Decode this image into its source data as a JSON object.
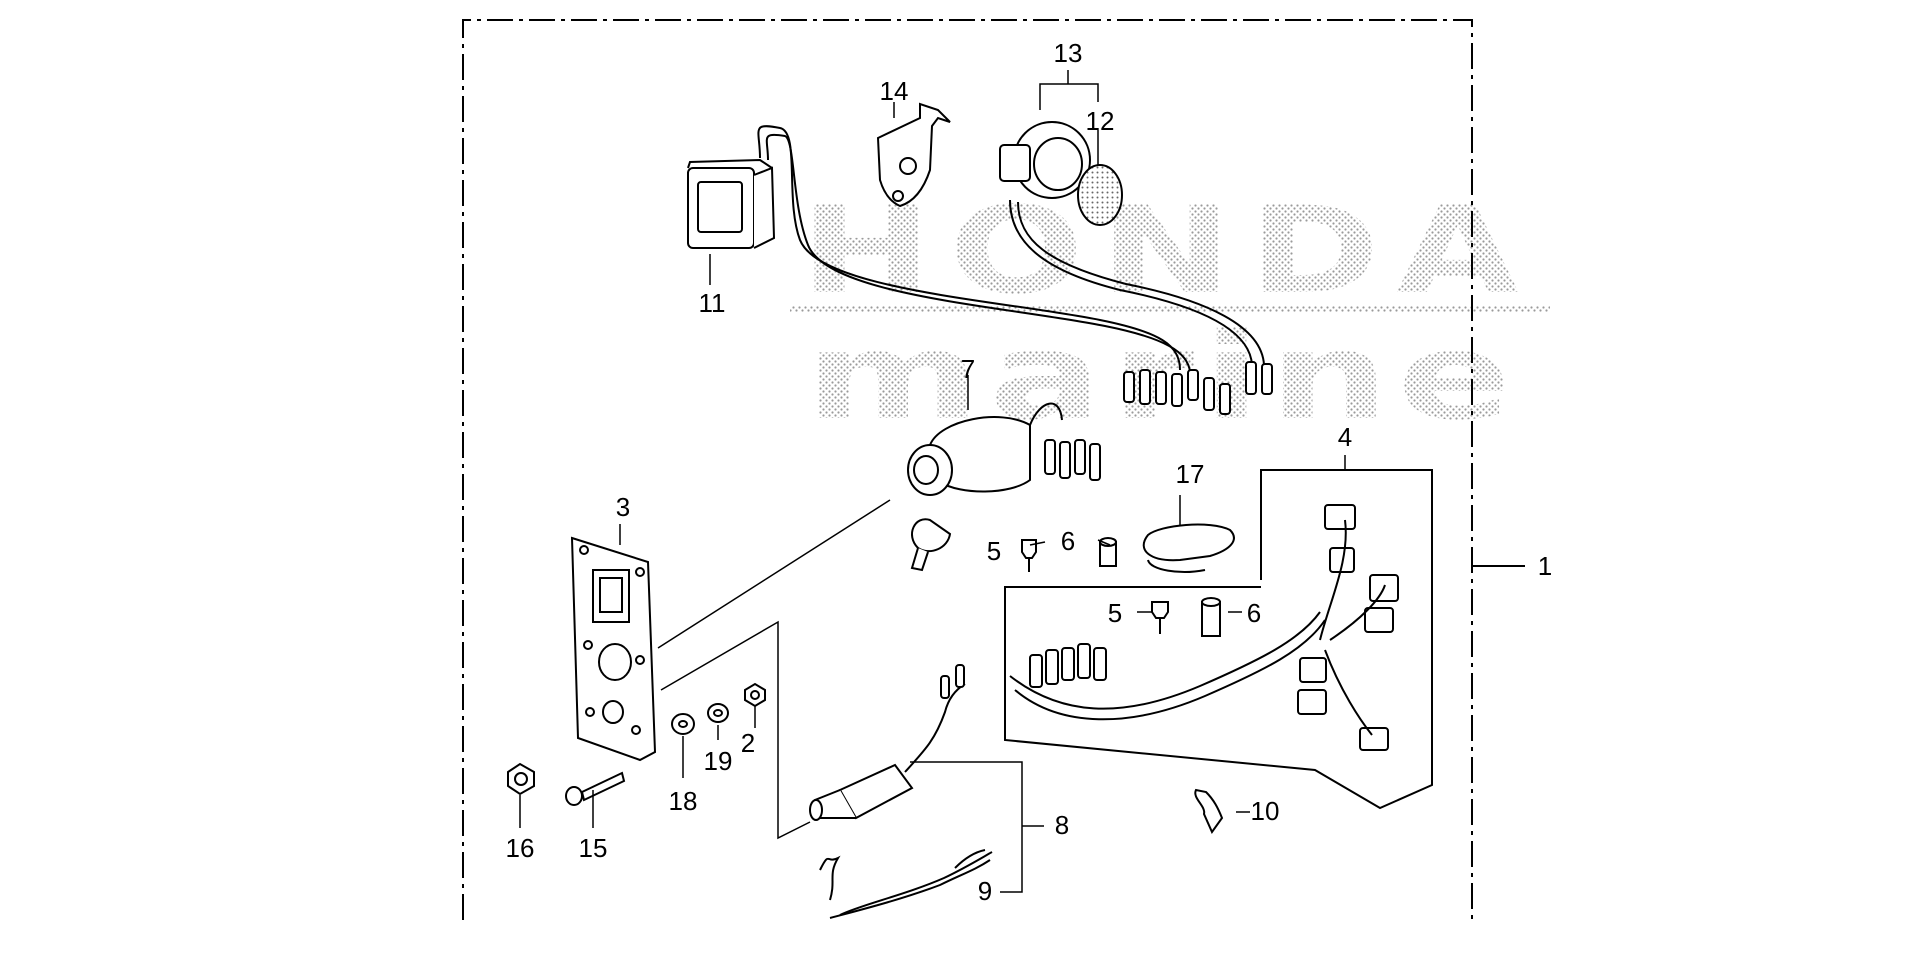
{
  "watermark": {
    "line1": "HONDA",
    "line2": "marine"
  },
  "callouts": {
    "c1": "1",
    "c2": "2",
    "c3": "3",
    "c4": "4",
    "c5a": "5",
    "c5b": "5",
    "c6a": "6",
    "c6b": "6",
    "c7": "7",
    "c8": "8",
    "c9": "9",
    "c10": "10",
    "c11": "11",
    "c12": "12",
    "c13": "13",
    "c14": "14",
    "c15": "15",
    "c16": "16",
    "c17": "17",
    "c18": "18",
    "c19": "19"
  }
}
